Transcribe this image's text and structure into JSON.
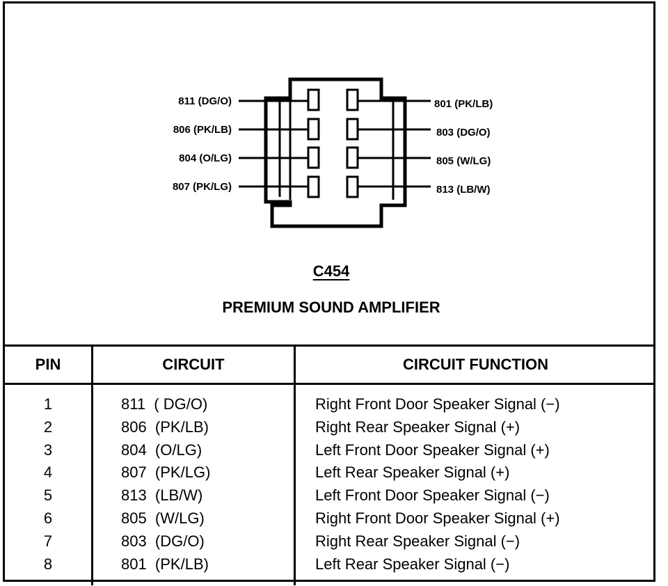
{
  "diagram": {
    "left_wires": [
      "811 (DG/O)",
      "806 (PK/LB)",
      "804 (O/LG)",
      "807 (PK/LG)"
    ],
    "right_wires": [
      "801 (PK/LB)",
      "803 (DG/O)",
      "805 (W/LG)",
      "813 (LB/W)"
    ],
    "connector_id": "C454",
    "connector_name": "PREMIUM SOUND AMPLIFIER"
  },
  "table": {
    "headers": [
      "PIN",
      "CIRCUIT",
      "CIRCUIT FUNCTION"
    ],
    "rows": [
      {
        "pin": "1",
        "circuit": "811  ( DG/O)",
        "function": "Right Front Door Speaker Signal (−)"
      },
      {
        "pin": "2",
        "circuit": "806  (PK/LB)",
        "function": "Right Rear Speaker Signal (+)"
      },
      {
        "pin": "3",
        "circuit": "804  (O/LG)",
        "function": "Left Front Door Speaker Signal (+)"
      },
      {
        "pin": "4",
        "circuit": "807  (PK/LG)",
        "function": "Left Rear Speaker Signal (+)"
      },
      {
        "pin": "5",
        "circuit": "813  (LB/W)",
        "function": "Left Front Door Speaker Signal (−)"
      },
      {
        "pin": "6",
        "circuit": "805  (W/LG)",
        "function": "Right Front Door Speaker Signal (+)"
      },
      {
        "pin": "7",
        "circuit": "803  (DG/O)",
        "function": "Right Rear Speaker Signal (−)"
      },
      {
        "pin": "8",
        "circuit": "801  (PK/LB)",
        "function": "Left Rear Speaker Signal (−)"
      }
    ]
  }
}
